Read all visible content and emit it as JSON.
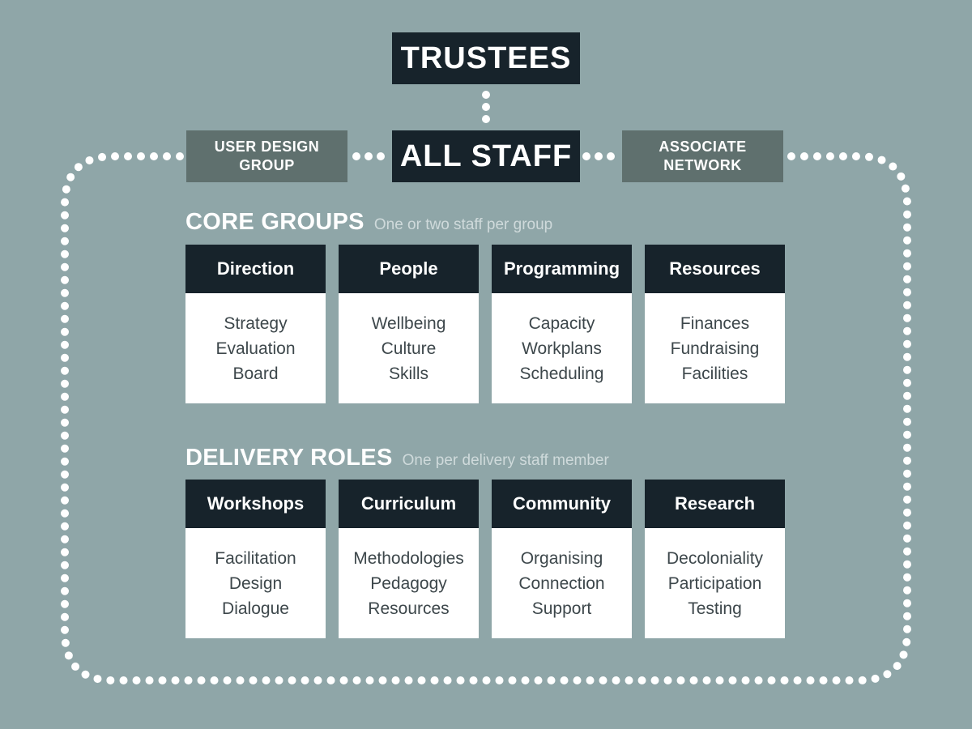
{
  "colors": {
    "background": "#8fa6a8",
    "dark_box": "#17232b",
    "mid_box": "#5f706e",
    "card_body": "#ffffff",
    "card_text": "#3d474b",
    "dotted_line": "#ffffff"
  },
  "top": {
    "trustees": "TRUSTEES",
    "all_staff": "ALL STAFF"
  },
  "side_groups": {
    "user_design": [
      "USER DESIGN",
      "GROUP"
    ],
    "associate": [
      "ASSOCIATE",
      "NETWORK"
    ]
  },
  "core": {
    "title": "CORE GROUPS",
    "subtitle": "One or two staff per group",
    "cards": [
      {
        "title": "Direction",
        "items": [
          "Strategy",
          "Evaluation",
          "Board"
        ]
      },
      {
        "title": "People",
        "items": [
          "Wellbeing",
          "Culture",
          "Skills"
        ]
      },
      {
        "title": "Programming",
        "items": [
          "Capacity",
          "Workplans",
          "Scheduling"
        ]
      },
      {
        "title": "Resources",
        "items": [
          "Finances",
          "Fundraising",
          "Facilities"
        ]
      }
    ]
  },
  "delivery": {
    "title": "DELIVERY ROLES",
    "subtitle": "One per delivery staff member",
    "cards": [
      {
        "title": "Workshops",
        "items": [
          "Facilitation",
          "Design",
          "Dialogue"
        ]
      },
      {
        "title": "Curriculum",
        "items": [
          "Methodologies",
          "Pedagogy",
          "Resources"
        ]
      },
      {
        "title": "Community",
        "items": [
          "Organising",
          "Connection",
          "Support"
        ]
      },
      {
        "title": "Research",
        "items": [
          "Decoloniality",
          "Participation",
          "Testing"
        ]
      }
    ]
  }
}
